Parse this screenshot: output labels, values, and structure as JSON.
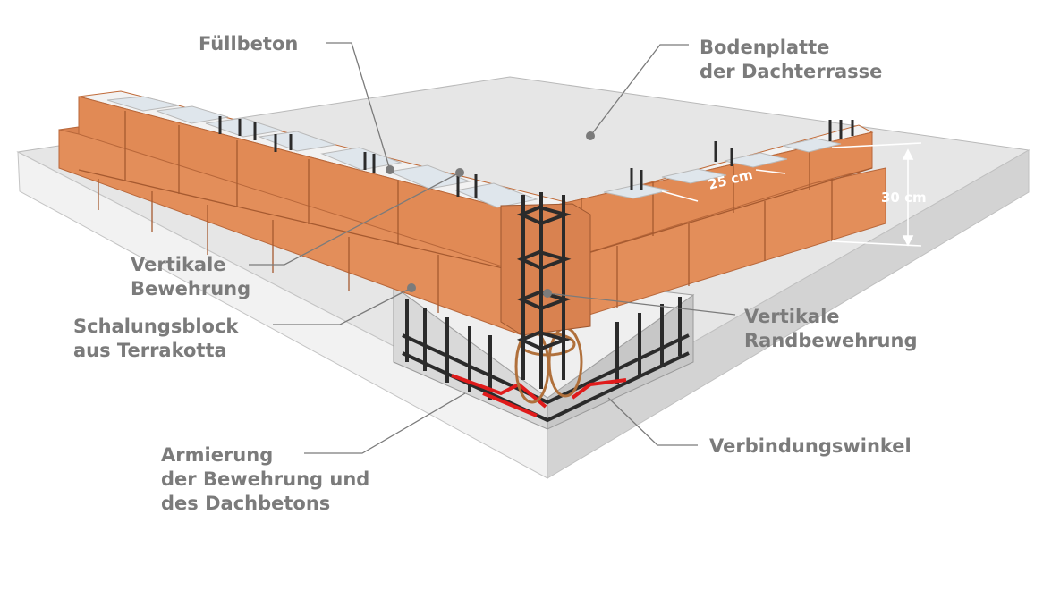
{
  "labels": {
    "fuellbeton": "Füllbeton",
    "bodenplatte": [
      "Bodenplatte",
      "der Dachterrasse"
    ],
    "vertikale_bewehrung": [
      "Vertikale",
      "Bewehrung"
    ],
    "schalungsblock": [
      "Schalungsblock",
      "aus Terrakotta"
    ],
    "vertikale_randbewehrung": [
      "Vertikale",
      "Randbewehrung"
    ],
    "verbindungswinkel": "Verbindungswinkel",
    "armierung": [
      "Armierung",
      "der Bewehrung und",
      "des Dachbetons"
    ]
  },
  "dimensions": {
    "width": "25 cm",
    "height": "30 cm"
  },
  "colors": {
    "label_text": "#7b7b7b",
    "brick": "#e18a55",
    "concrete": "#e6e6e6",
    "rebar_dark": "#2b2b2b",
    "rebar_red": "#e01b1b"
  }
}
